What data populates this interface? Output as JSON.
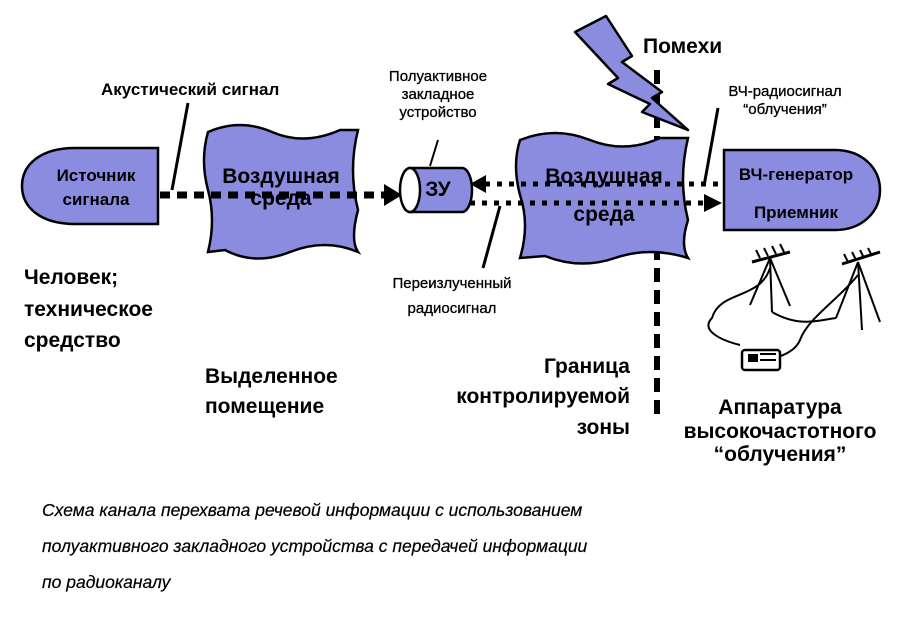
{
  "labels": {
    "acoustic_signal": "Акустический сигнал",
    "semi_active_device": [
      "Полуактивное",
      "закладное",
      "устройство"
    ],
    "interference": "Помехи",
    "hf_irradiation_signal": [
      "ВЧ-радиосигнал",
      "“облучения”"
    ],
    "source": [
      "Источник",
      "сигнала"
    ],
    "air_medium_1": [
      "Воздушная",
      "среда"
    ],
    "zu": "ЗУ",
    "air_medium_2": [
      "Воздушная",
      "среда"
    ],
    "hf_generator": "ВЧ-генератор",
    "receiver": "Приемник",
    "reradiated_signal": [
      "Переизлученный",
      "радиосигнал"
    ],
    "human_technical": [
      "Человек;",
      "техническое",
      "средство"
    ],
    "dedicated_room": [
      "Выделенное",
      "помещение"
    ],
    "controlled_zone_border": [
      "Граница",
      "контролируемой",
      "зоны"
    ],
    "hf_equipment": [
      "Аппаратура",
      "высокочастотного",
      "“облучения”"
    ]
  },
  "caption": [
    "Схема канала перехвата речевой информации с использованием",
    "полуактивного закладного устройства с передачей информации",
    "по радиоканалу"
  ],
  "colors": {
    "shape_fill": "#8b8ce0",
    "outline": "#000000"
  },
  "icons": {
    "lightning": "lightning-bolt-icon",
    "antenna_equipment": "antenna-tripod-icon"
  }
}
